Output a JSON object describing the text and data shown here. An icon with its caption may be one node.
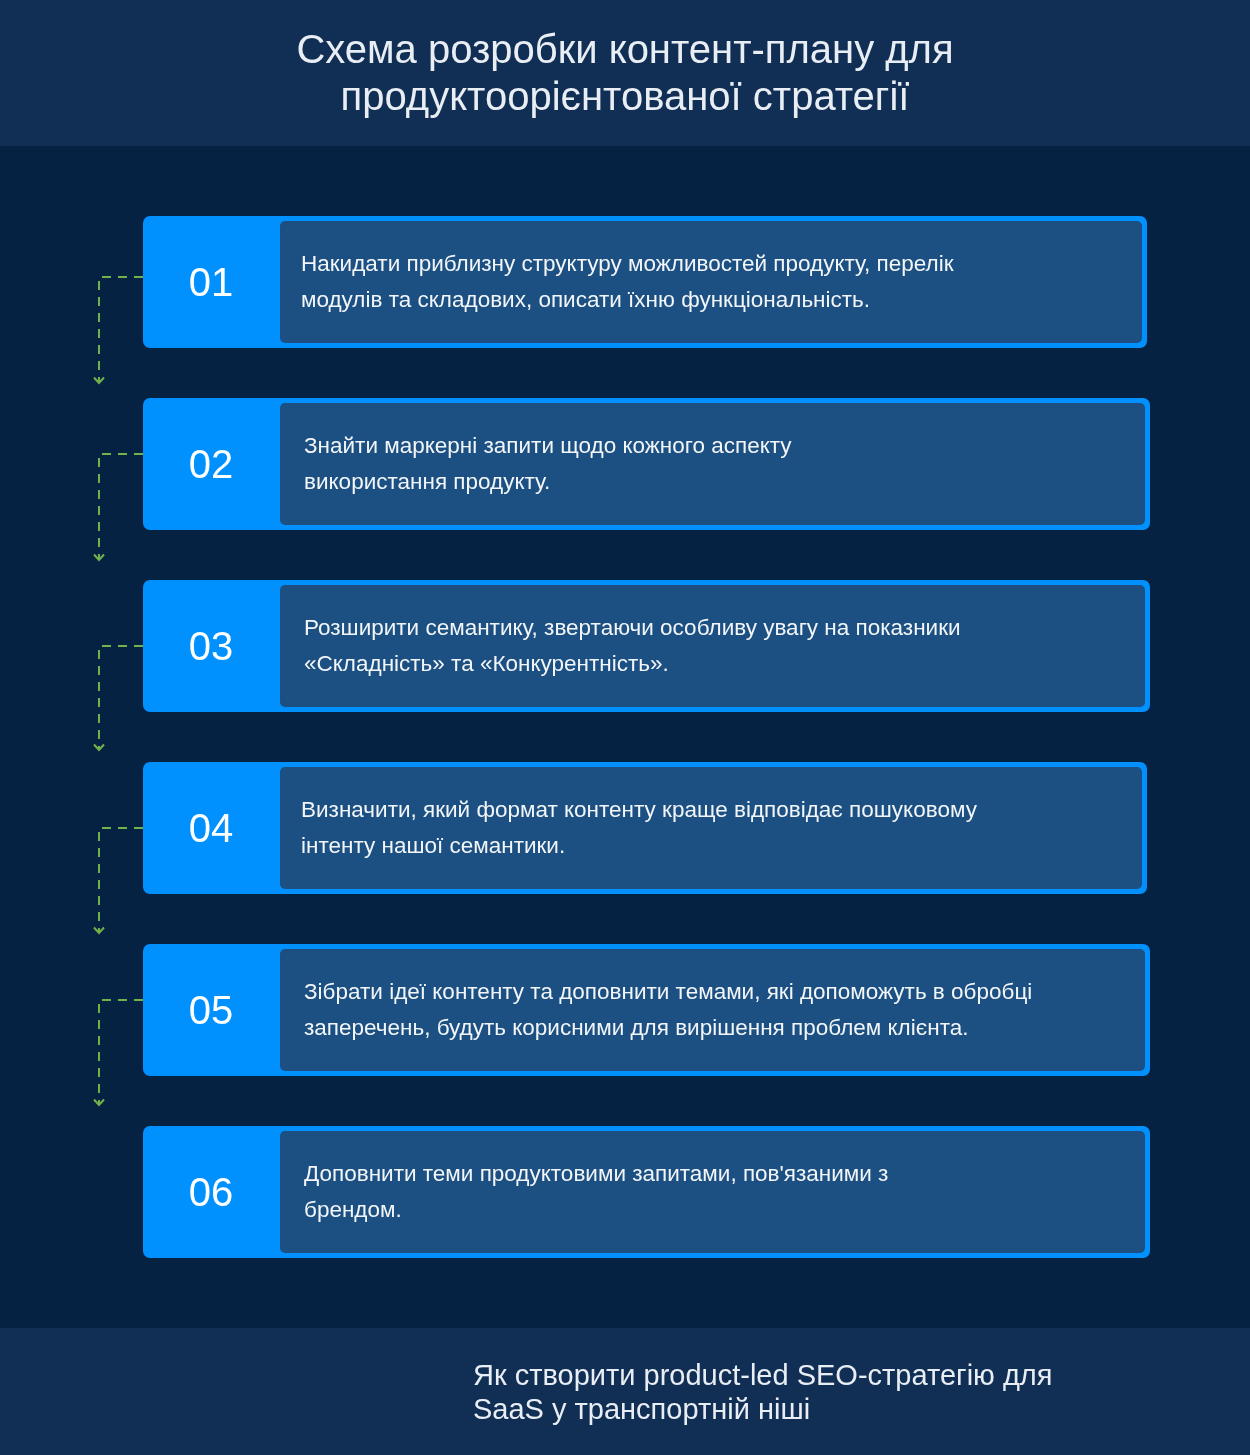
{
  "diagram": {
    "title": "Схема розробки контент-плану для продуктоорієнтованої стратегії",
    "caption": "Як створити product-led SEO-стратегію для SaaS у транспортній ніші",
    "nodes": [
      {
        "text": [
          "01",
          "Накидати приблизну структуру можливостей продукту, перелік модулів та складових, описати їхню функціональність."
        ]
      },
      {
        "text": [
          "02",
          "Знайти маркерні запити щодо кожного аспекту використання продукту."
        ]
      },
      {
        "text": [
          "03",
          "Розширити семантику, звертаючи особливу увагу на показники «Складність» та «Конкурентність»."
        ]
      },
      {
        "text": [
          "04",
          "Визначити, який формат контенту краще відповідає пошуковому інтенту нашої семантики."
        ]
      },
      {
        "text": [
          "05",
          "Зібрати ідеї контенту та доповнити темами, які допоможуть в обробці заперечень, будуть корисними для вирішення проблем клієнта."
        ]
      },
      {
        "text": [
          "06",
          "Доповнити теми продуктовими запитами, пов'язаними з брендом."
        ]
      }
    ],
    "edges": [
      {
        "from": 0,
        "to": null,
        "arrow": "to",
        "style": "dashed"
      },
      {
        "from": 1,
        "to": null,
        "arrow": "to",
        "style": "dashed"
      },
      {
        "from": 2,
        "to": null,
        "arrow": "to",
        "style": "dashed"
      },
      {
        "from": 3,
        "to": null,
        "arrow": "to",
        "style": "dashed"
      },
      {
        "from": 4,
        "to": null,
        "arrow": "to",
        "style": "dashed"
      }
    ]
  }
}
